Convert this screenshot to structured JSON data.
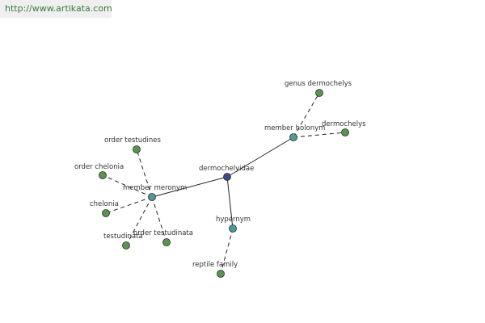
{
  "header": {
    "url": "http://www.artikata.com"
  },
  "colors": {
    "leaf": "#5a9450",
    "relation": "#4e9a9a",
    "center": "#3e4a88",
    "edge": "#222222",
    "url_text": "#3a7a3a"
  },
  "nodes": [
    {
      "id": "dermochelyidae",
      "label": "dermochelyidae",
      "kind": "center"
    },
    {
      "id": "member-holonym",
      "label": "member holonym",
      "kind": "relation"
    },
    {
      "id": "genus-dermochelys",
      "label": "genus dermochelys",
      "kind": "leaf"
    },
    {
      "id": "dermochelys",
      "label": "dermochelys",
      "kind": "leaf"
    },
    {
      "id": "member-meronym",
      "label": "member meronym",
      "kind": "relation"
    },
    {
      "id": "order-testudines",
      "label": "order testudines",
      "kind": "leaf"
    },
    {
      "id": "order-chelonia",
      "label": "order chelonia",
      "kind": "leaf"
    },
    {
      "id": "chelonia",
      "label": "chelonia",
      "kind": "leaf"
    },
    {
      "id": "testudinata",
      "label": "testudinata",
      "kind": "leaf"
    },
    {
      "id": "order-testudinata",
      "label": "order testudinata",
      "kind": "leaf"
    },
    {
      "id": "hypernym",
      "label": "hypernym",
      "kind": "relation"
    },
    {
      "id": "reptile-family",
      "label": "reptile family",
      "kind": "leaf"
    }
  ],
  "edges": [
    {
      "from": "dermochelyidae",
      "to": "member-holonym",
      "style": "solid"
    },
    {
      "from": "dermochelyidae",
      "to": "member-meronym",
      "style": "solid"
    },
    {
      "from": "dermochelyidae",
      "to": "hypernym",
      "style": "solid"
    },
    {
      "from": "member-holonym",
      "to": "genus-dermochelys",
      "style": "dashed"
    },
    {
      "from": "member-holonym",
      "to": "dermochelys",
      "style": "dashed"
    },
    {
      "from": "member-meronym",
      "to": "order-testudines",
      "style": "dashed"
    },
    {
      "from": "member-meronym",
      "to": "order-chelonia",
      "style": "dashed"
    },
    {
      "from": "member-meronym",
      "to": "chelonia",
      "style": "dashed"
    },
    {
      "from": "member-meronym",
      "to": "testudinata",
      "style": "dashed"
    },
    {
      "from": "member-meronym",
      "to": "order-testudinata",
      "style": "dashed"
    },
    {
      "from": "hypernym",
      "to": "reptile-family",
      "style": "dashed"
    }
  ]
}
